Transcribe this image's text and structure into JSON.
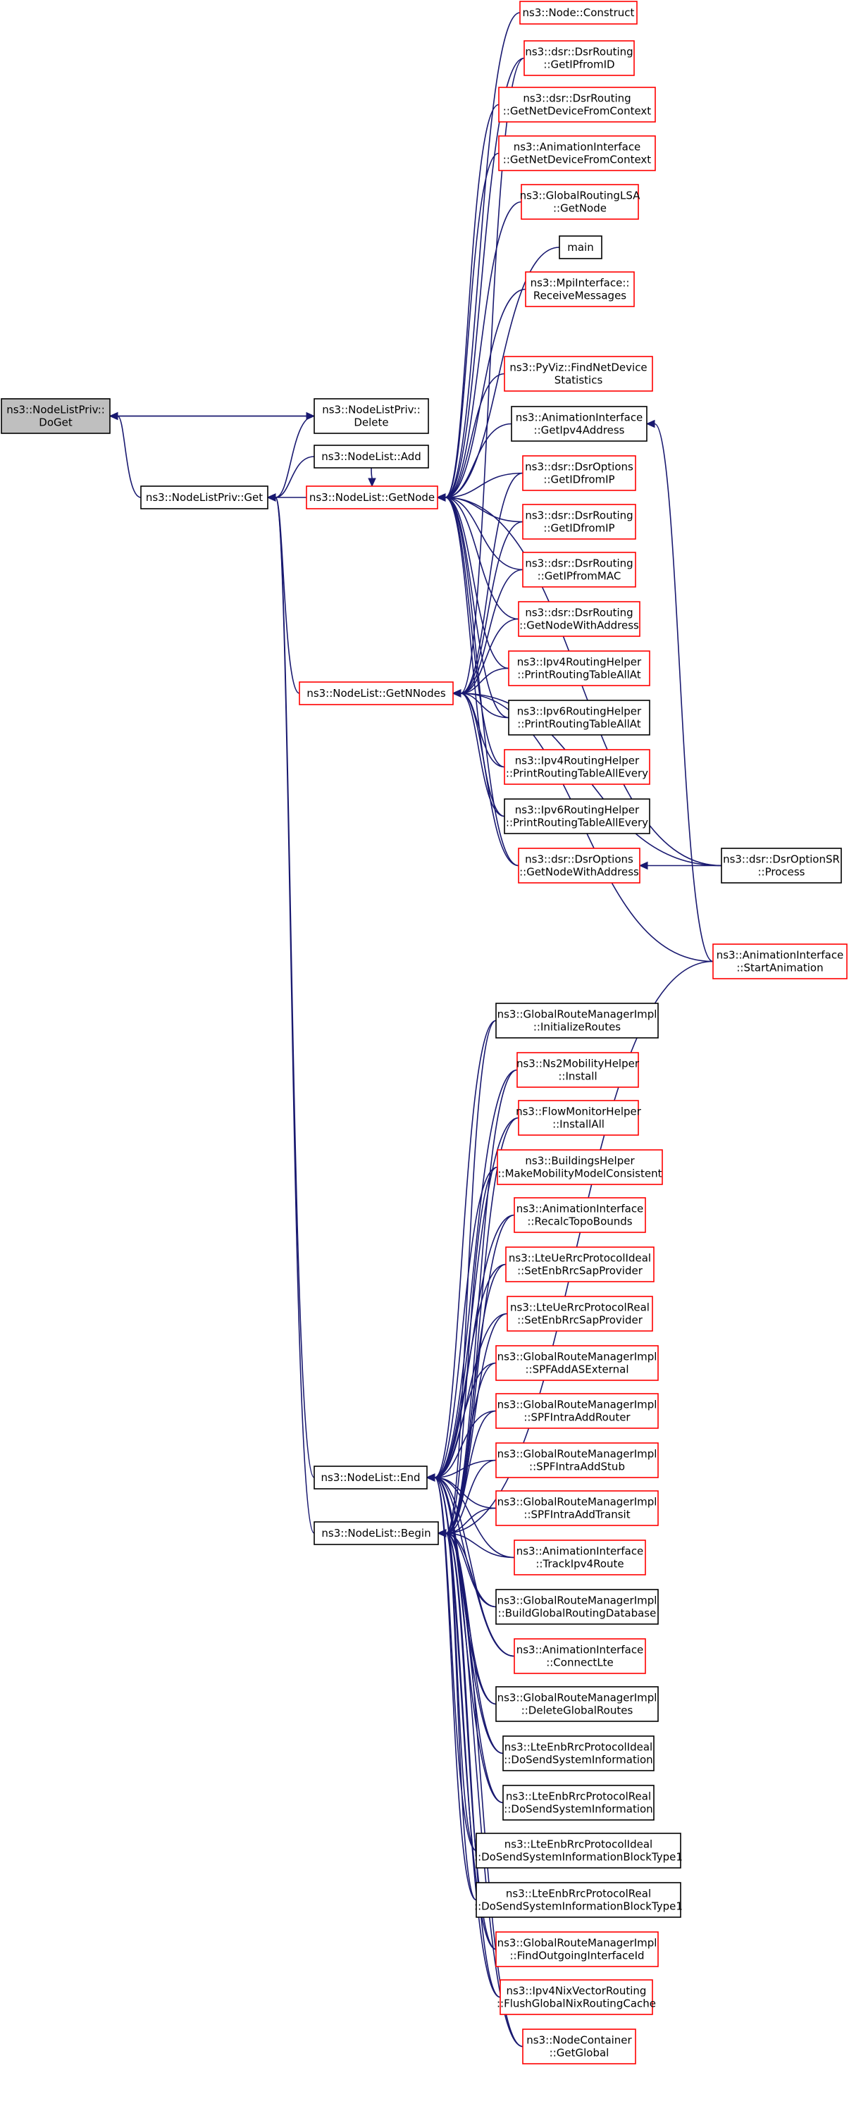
{
  "colors": {
    "edge": "#191970",
    "red_border": "#ff0000",
    "black_border": "#000000",
    "root_fill": "#bfbfbf"
  },
  "nodes": [
    {
      "id": "doget",
      "lines": [
        "ns3::NodeListPriv::",
        "DoGet"
      ],
      "border": "black",
      "root": true
    },
    {
      "id": "delete",
      "lines": [
        "ns3::NodeListPriv::",
        "Delete"
      ],
      "border": "black"
    },
    {
      "id": "add",
      "lines": [
        "ns3::NodeList::Add"
      ],
      "border": "black"
    },
    {
      "id": "priv_get",
      "lines": [
        "ns3::NodeListPriv::Get"
      ],
      "border": "black"
    },
    {
      "id": "getnode",
      "lines": [
        "ns3::NodeList::GetNode"
      ],
      "border": "red"
    },
    {
      "id": "getnnodes",
      "lines": [
        "ns3::NodeList::GetNNodes"
      ],
      "border": "red"
    },
    {
      "id": "end",
      "lines": [
        "ns3::NodeList::End"
      ],
      "border": "black"
    },
    {
      "id": "begin",
      "lines": [
        "ns3::NodeList::Begin"
      ],
      "border": "black"
    },
    {
      "id": "construct",
      "lines": [
        "ns3::Node::Construct"
      ],
      "border": "red"
    },
    {
      "id": "getipfromid",
      "lines": [
        "ns3::dsr::DsrRouting",
        "::GetIPfromID"
      ],
      "border": "red"
    },
    {
      "id": "getnetdev_dsr",
      "lines": [
        "ns3::dsr::DsrRouting",
        "::GetNetDeviceFromContext"
      ],
      "border": "red"
    },
    {
      "id": "getnetdev_anim",
      "lines": [
        "ns3::AnimationInterface",
        "::GetNetDeviceFromContext"
      ],
      "border": "red"
    },
    {
      "id": "globalroutinglsa",
      "lines": [
        "ns3::GlobalRoutingLSA",
        "::GetNode"
      ],
      "border": "red"
    },
    {
      "id": "main",
      "lines": [
        "main"
      ],
      "border": "black"
    },
    {
      "id": "mpireceive",
      "lines": [
        "ns3::MpiInterface::",
        "ReceiveMessages"
      ],
      "border": "red"
    },
    {
      "id": "pyviz",
      "lines": [
        "ns3::PyViz::FindNetDevice",
        "Statistics"
      ],
      "border": "red"
    },
    {
      "id": "getipv4address",
      "lines": [
        "ns3::AnimationInterface",
        "::GetIpv4Address"
      ],
      "border": "black"
    },
    {
      "id": "opt_getidfromip",
      "lines": [
        "ns3::dsr::DsrOptions",
        "::GetIDfromIP"
      ],
      "border": "red"
    },
    {
      "id": "rt_getidfromip",
      "lines": [
        "ns3::dsr::DsrRouting",
        "::GetIDfromIP"
      ],
      "border": "red"
    },
    {
      "id": "getipfrommac",
      "lines": [
        "ns3::dsr::DsrRouting",
        "::GetIPfromMAC"
      ],
      "border": "red"
    },
    {
      "id": "rt_getnodewithaddr",
      "lines": [
        "ns3::dsr::DsrRouting",
        "::GetNodeWithAddress"
      ],
      "border": "red"
    },
    {
      "id": "ipv4_printall",
      "lines": [
        "ns3::Ipv4RoutingHelper",
        "::PrintRoutingTableAllAt"
      ],
      "border": "red"
    },
    {
      "id": "ipv6_printall",
      "lines": [
        "ns3::Ipv6RoutingHelper",
        "::PrintRoutingTableAllAt"
      ],
      "border": "black"
    },
    {
      "id": "ipv4_printevery",
      "lines": [
        "ns3::Ipv4RoutingHelper",
        "::PrintRoutingTableAllEvery"
      ],
      "border": "red"
    },
    {
      "id": "ipv6_printevery",
      "lines": [
        "ns3::Ipv6RoutingHelper",
        "::PrintRoutingTableAllEvery"
      ],
      "border": "black"
    },
    {
      "id": "opt_getnodewithaddr",
      "lines": [
        "ns3::dsr::DsrOptions",
        "::GetNodeWithAddress"
      ],
      "border": "red"
    },
    {
      "id": "dsroptionsr",
      "lines": [
        "ns3::dsr::DsrOptionSR",
        "::Process"
      ],
      "border": "black"
    },
    {
      "id": "startanimation",
      "lines": [
        "ns3::AnimationInterface",
        "::StartAnimation"
      ],
      "border": "red"
    },
    {
      "id": "initroutes",
      "lines": [
        "ns3::GlobalRouteManagerImpl",
        "::InitializeRoutes"
      ],
      "border": "black"
    },
    {
      "id": "ns2install",
      "lines": [
        "ns3::Ns2MobilityHelper",
        "::Install"
      ],
      "border": "red"
    },
    {
      "id": "flowinstallall",
      "lines": [
        "ns3::FlowMonitorHelper",
        "::InstallAll"
      ],
      "border": "red"
    },
    {
      "id": "buildingshelper",
      "lines": [
        "ns3::BuildingsHelper",
        "::MakeMobilityModelConsistent"
      ],
      "border": "red"
    },
    {
      "id": "recalctopo",
      "lines": [
        "ns3::AnimationInterface",
        "::RecalcTopoBounds"
      ],
      "border": "red"
    },
    {
      "id": "ue_ideal",
      "lines": [
        "ns3::LteUeRrcProtocolIdeal",
        "::SetEnbRrcSapProvider"
      ],
      "border": "red"
    },
    {
      "id": "ue_real",
      "lines": [
        "ns3::LteUeRrcProtocolReal",
        "::SetEnbRrcSapProvider"
      ],
      "border": "red"
    },
    {
      "id": "spfaddas",
      "lines": [
        "ns3::GlobalRouteManagerImpl",
        "::SPFAddASExternal"
      ],
      "border": "red"
    },
    {
      "id": "spfintrarouter",
      "lines": [
        "ns3::GlobalRouteManagerImpl",
        "::SPFIntraAddRouter"
      ],
      "border": "red"
    },
    {
      "id": "spfintrastub",
      "lines": [
        "ns3::GlobalRouteManagerImpl",
        "::SPFIntraAddStub"
      ],
      "border": "red"
    },
    {
      "id": "spfintratransit",
      "lines": [
        "ns3::GlobalRouteManagerImpl",
        "::SPFIntraAddTransit"
      ],
      "border": "red"
    },
    {
      "id": "trackipv4",
      "lines": [
        "ns3::AnimationInterface",
        "::TrackIpv4Route"
      ],
      "border": "red"
    },
    {
      "id": "buildglobal",
      "lines": [
        "ns3::GlobalRouteManagerImpl",
        "::BuildGlobalRoutingDatabase"
      ],
      "border": "black"
    },
    {
      "id": "connectlte",
      "lines": [
        "ns3::AnimationInterface",
        "::ConnectLte"
      ],
      "border": "red"
    },
    {
      "id": "deleteglobal",
      "lines": [
        "ns3::GlobalRouteManagerImpl",
        "::DeleteGlobalRoutes"
      ],
      "border": "black"
    },
    {
      "id": "enb_ideal_dosend",
      "lines": [
        "ns3::LteEnbRrcProtocolIdeal",
        "::DoSendSystemInformation"
      ],
      "border": "black"
    },
    {
      "id": "enb_real_dosend",
      "lines": [
        "ns3::LteEnbRrcProtocolReal",
        "::DoSendSystemInformation"
      ],
      "border": "black"
    },
    {
      "id": "enb_ideal_block",
      "lines": [
        "ns3::LteEnbRrcProtocolIdeal",
        "::DoSendSystemInformationBlockType1"
      ],
      "border": "black"
    },
    {
      "id": "enb_real_block",
      "lines": [
        "ns3::LteEnbRrcProtocolReal",
        "::DoSendSystemInformationBlockType1"
      ],
      "border": "black"
    },
    {
      "id": "findoutgoing",
      "lines": [
        "ns3::GlobalRouteManagerImpl",
        "::FindOutgoingInterfaceId"
      ],
      "border": "red"
    },
    {
      "id": "flushnix",
      "lines": [
        "ns3::Ipv4NixVectorRouting",
        "::FlushGlobalNixRoutingCache"
      ],
      "border": "red"
    },
    {
      "id": "getglobal",
      "lines": [
        "ns3::NodeContainer",
        "::GetGlobal"
      ],
      "border": "red"
    }
  ],
  "edges": [
    [
      "delete",
      "doget"
    ],
    [
      "priv_get",
      "doget"
    ],
    [
      "doget",
      "delete"
    ],
    [
      "delete",
      "priv_get"
    ],
    [
      "add",
      "priv_get"
    ],
    [
      "getnode",
      "priv_get"
    ],
    [
      "getnnodes",
      "priv_get"
    ],
    [
      "end",
      "priv_get"
    ],
    [
      "begin",
      "priv_get"
    ],
    [
      "construct",
      "getnode"
    ],
    [
      "getipfromid",
      "getnode"
    ],
    [
      "getnetdev_dsr",
      "getnode"
    ],
    [
      "getnetdev_anim",
      "getnode"
    ],
    [
      "globalroutinglsa",
      "getnode"
    ],
    [
      "main",
      "getnode"
    ],
    [
      "mpireceive",
      "getnode"
    ],
    [
      "pyviz",
      "getnode"
    ],
    [
      "getipv4address",
      "getnode"
    ],
    [
      "opt_getidfromip",
      "getnode"
    ],
    [
      "rt_getidfromip",
      "getnode"
    ],
    [
      "getipfrommac",
      "getnode"
    ],
    [
      "rt_getnodewithaddr",
      "getnode"
    ],
    [
      "ipv4_printall",
      "getnode"
    ],
    [
      "ipv6_printall",
      "getnode"
    ],
    [
      "ipv4_printevery",
      "getnode"
    ],
    [
      "ipv6_printevery",
      "getnode"
    ],
    [
      "opt_getnodewithaddr",
      "getnode"
    ],
    [
      "dsroptionsr",
      "getnode"
    ],
    [
      "add",
      "getnode"
    ],
    [
      "getipfromid",
      "getnnodes"
    ],
    [
      "opt_getidfromip",
      "getnnodes"
    ],
    [
      "rt_getidfromip",
      "getnnodes"
    ],
    [
      "getipfrommac",
      "getnnodes"
    ],
    [
      "rt_getnodewithaddr",
      "getnnodes"
    ],
    [
      "ipv4_printall",
      "getnnodes"
    ],
    [
      "ipv6_printall",
      "getnnodes"
    ],
    [
      "ipv4_printevery",
      "getnnodes"
    ],
    [
      "ipv6_printevery",
      "getnnodes"
    ],
    [
      "opt_getnodewithaddr",
      "getnnodes"
    ],
    [
      "dsroptionsr",
      "getnnodes"
    ],
    [
      "startanimation",
      "getnnodes"
    ],
    [
      "dsroptionsr",
      "opt_getnodewithaddr"
    ],
    [
      "startanimation",
      "getipv4address"
    ],
    [
      "initroutes",
      "end"
    ],
    [
      "ns2install",
      "end"
    ],
    [
      "flowinstallall",
      "end"
    ],
    [
      "buildingshelper",
      "end"
    ],
    [
      "recalctopo",
      "end"
    ],
    [
      "ue_ideal",
      "end"
    ],
    [
      "ue_real",
      "end"
    ],
    [
      "spfaddas",
      "end"
    ],
    [
      "spfintrarouter",
      "end"
    ],
    [
      "spfintrastub",
      "end"
    ],
    [
      "spfintratransit",
      "end"
    ],
    [
      "trackipv4",
      "end"
    ],
    [
      "buildglobal",
      "end"
    ],
    [
      "connectlte",
      "end"
    ],
    [
      "deleteglobal",
      "end"
    ],
    [
      "enb_ideal_dosend",
      "end"
    ],
    [
      "enb_real_dosend",
      "end"
    ],
    [
      "enb_ideal_block",
      "end"
    ],
    [
      "enb_real_block",
      "end"
    ],
    [
      "findoutgoing",
      "end"
    ],
    [
      "flushnix",
      "end"
    ],
    [
      "getglobal",
      "end"
    ],
    [
      "initroutes",
      "begin"
    ],
    [
      "ns2install",
      "begin"
    ],
    [
      "flowinstallall",
      "begin"
    ],
    [
      "buildingshelper",
      "begin"
    ],
    [
      "recalctopo",
      "begin"
    ],
    [
      "ue_ideal",
      "begin"
    ],
    [
      "ue_real",
      "begin"
    ],
    [
      "spfaddas",
      "begin"
    ],
    [
      "spfintrarouter",
      "begin"
    ],
    [
      "spfintrastub",
      "begin"
    ],
    [
      "spfintratransit",
      "begin"
    ],
    [
      "trackipv4",
      "begin"
    ],
    [
      "buildglobal",
      "begin"
    ],
    [
      "connectlte",
      "begin"
    ],
    [
      "deleteglobal",
      "begin"
    ],
    [
      "enb_ideal_dosend",
      "begin"
    ],
    [
      "enb_real_dosend",
      "begin"
    ],
    [
      "enb_ideal_block",
      "begin"
    ],
    [
      "enb_real_block",
      "begin"
    ],
    [
      "findoutgoing",
      "begin"
    ],
    [
      "flushnix",
      "begin"
    ],
    [
      "getglobal",
      "begin"
    ],
    [
      "startanimation",
      "begin"
    ]
  ]
}
